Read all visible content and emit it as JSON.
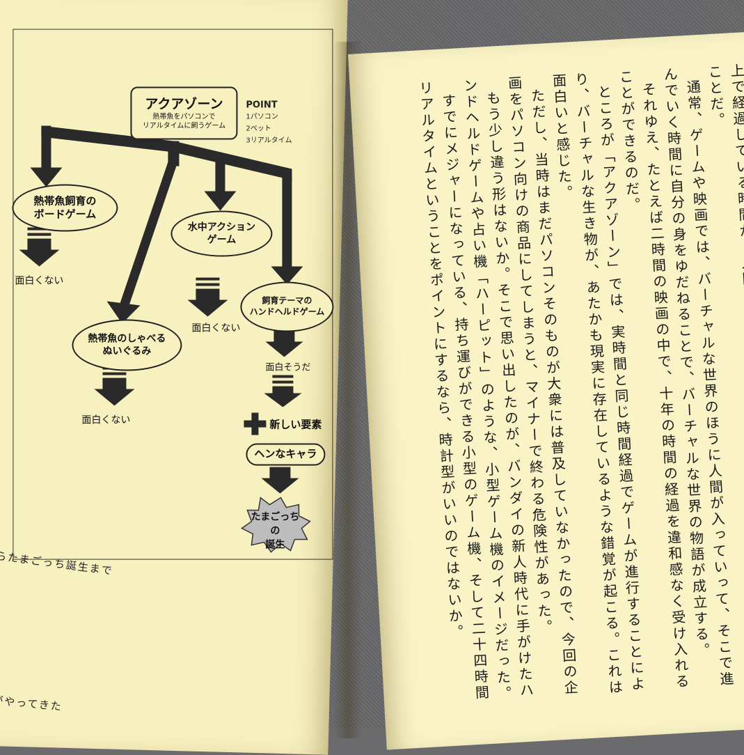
{
  "diagram": {
    "root": {
      "title": "アクアゾーン",
      "subtitle1": "熱帯魚をパソコンで",
      "subtitle2": "リアルタイムに飼うゲーム"
    },
    "point": {
      "heading": "POINT",
      "items": [
        "1パソコン",
        "2ペット",
        "3リアルタイム"
      ]
    },
    "branches": {
      "board": {
        "line1": "熱帯魚飼育の",
        "line2": "ボードゲーム",
        "result": "面白くない"
      },
      "plush": {
        "line1": "熱帯魚のしゃべる",
        "line2": "ぬいぐるみ",
        "result": "面白くない"
      },
      "underwater": {
        "line1": "水中アクション",
        "line2": "ゲーム",
        "result": "面白くない"
      },
      "handheld": {
        "line1": "飼育テーマの",
        "line2": "ハンドヘルドゲーム",
        "result": "面白そうだ"
      }
    },
    "new_element": "新しい要素",
    "weird_character": "ヘンなキャラ",
    "birth": {
      "line1": "たまごっちの",
      "line2": "誕生"
    }
  },
  "left_captions": {
    "caption": "からたまごっち誕生まで",
    "footer": "ちがやってきた"
  },
  "right_page": {
    "paragraphs": [
      {
        "text": "ただ、この「アクアゾーン」で興味深かった点が一つある。それは「アクアゾーン」上で経過している時間が、人間が感じている時間と同じ実時間、リアルタイムだということだ。",
        "indent": true
      },
      {
        "text": "通常、ゲームや映画では、バーチャルな世界のほうに人間が入っていって、そこで進んでいく時間に自分の身をゆだねることで、バーチャルな世界の物語が成立する。",
        "indent": true
      },
      {
        "text": "それゆえ、たとえば二時間の映画の中で、十年の時間の経過を違和感なく受け入れることができるのだ。",
        "indent": true
      },
      {
        "text": "ところが「アクアゾーン」では、実時間と同じ時間経過でゲームが進行することにより、バーチャルな生き物が、あたかも現実に存在しているような錯覚が起こる。これは面白いと感じた。",
        "indent": true
      },
      {
        "text": "ただし、当時はまだパソコンそのものが大衆には普及していなかったので、今回の企画をパソコン向けの商品にしてしまうと、マイナーで終わる危険性があった。",
        "indent": true
      },
      {
        "text": "もう少し違う形はないか。そこで思い出したのが、バンダイの新人時代に手がけたハンドヘルドゲームや占い機「ハーピット」のような、小型ゲーム機のイメージだった。",
        "indent": true
      },
      {
        "text": "すでにメジャーになっている、持ち運びができる小型のゲーム機、そして二十四時間リアルタイムということをポイントにするなら、時計型がいいのではないか。",
        "indent": true
      }
    ]
  }
}
